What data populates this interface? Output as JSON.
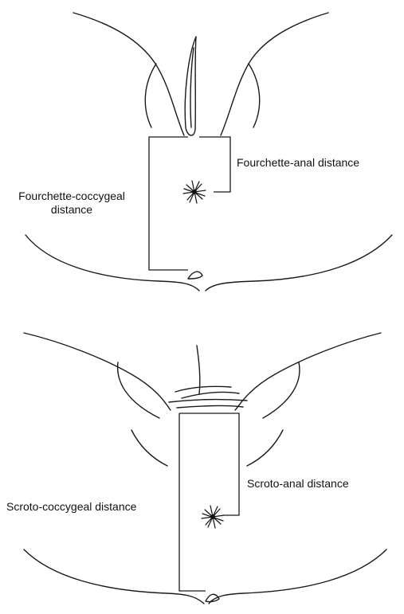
{
  "female": {
    "fourchette_anal_label": "Fourchette-anal distance",
    "fourchette_coccygeal_label_line1": "Fourchette-coccygeal",
    "fourchette_coccygeal_label_line2": "distance"
  },
  "male": {
    "scroto_anal_label": "Scroto-anal distance",
    "scroto_coccygeal_label": "Scroto-coccygeal distance"
  },
  "colors": {
    "line": "#1a1a1a",
    "background": "#ffffff"
  }
}
